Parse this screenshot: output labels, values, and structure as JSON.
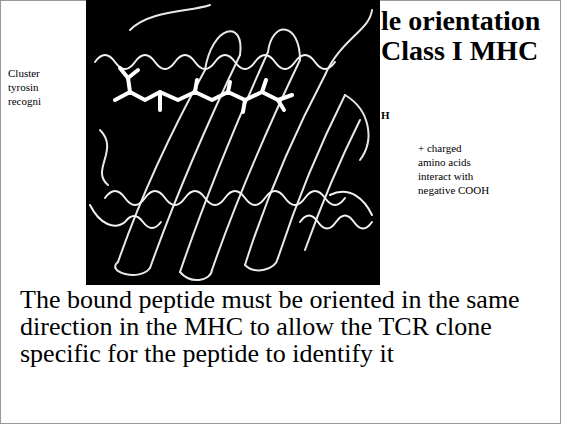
{
  "diagram": {
    "title": "le orientation Class I MHC",
    "labels": [
      "Cluster tyrosin recogni",
      "H",
      "+ charged",
      "amino acids",
      "interact with",
      "negative COOH",
      "The bound peptide must be oriented in the same direction in the MHC to allow the TCR clone specific for the peptide to identify it"
    ]
  }
}
